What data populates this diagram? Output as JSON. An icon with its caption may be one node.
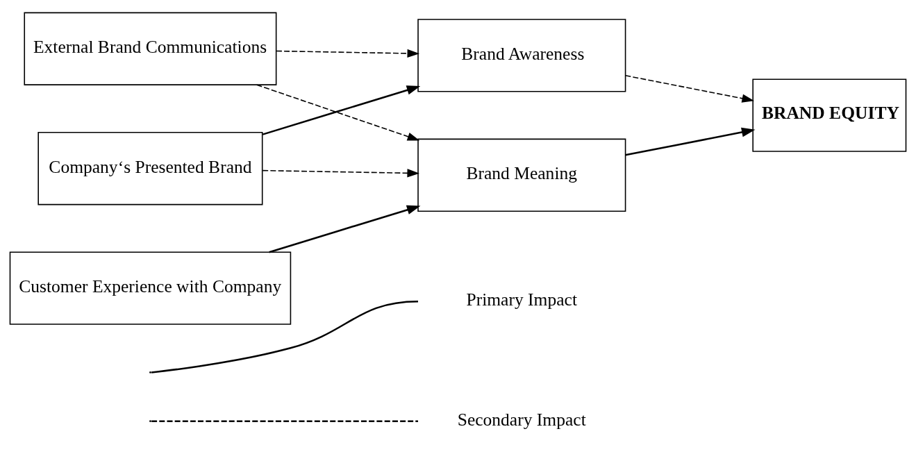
{
  "diagram": {
    "nodes": [
      {
        "text": [
          "Company‘s Presented Brand"
        ]
      },
      {
        "text": [
          "External Brand Communications"
        ]
      },
      {
        "text": [
          "Customer Experience with Company"
        ]
      },
      {
        "text": [
          "Brand Awareness"
        ]
      },
      {
        "text": [
          "Brand Meaning"
        ]
      },
      {
        "text": [
          "BRAND EQUITY"
        ]
      }
    ],
    "edges": [
      {
        "from": 0,
        "to": 3,
        "arrow": "to"
      },
      {
        "from": 0,
        "to": 4,
        "arrow": "to",
        "style": "dashed"
      },
      {
        "from": 1,
        "to": 3,
        "arrow": "to",
        "style": "dashed"
      },
      {
        "from": 1,
        "to": 4,
        "arrow": "to",
        "style": "dashed"
      },
      {
        "from": 2,
        "to": 4,
        "arrow": "to"
      },
      {
        "from": 3,
        "to": 5,
        "arrow": "to",
        "style": "dashed"
      },
      {
        "from": 4,
        "to": 5,
        "arrow": "to"
      }
    ],
    "legend": [
      {
        "text": "Primary Impact"
      },
      {
        "text": "Secondary Impact"
      }
    ]
  }
}
